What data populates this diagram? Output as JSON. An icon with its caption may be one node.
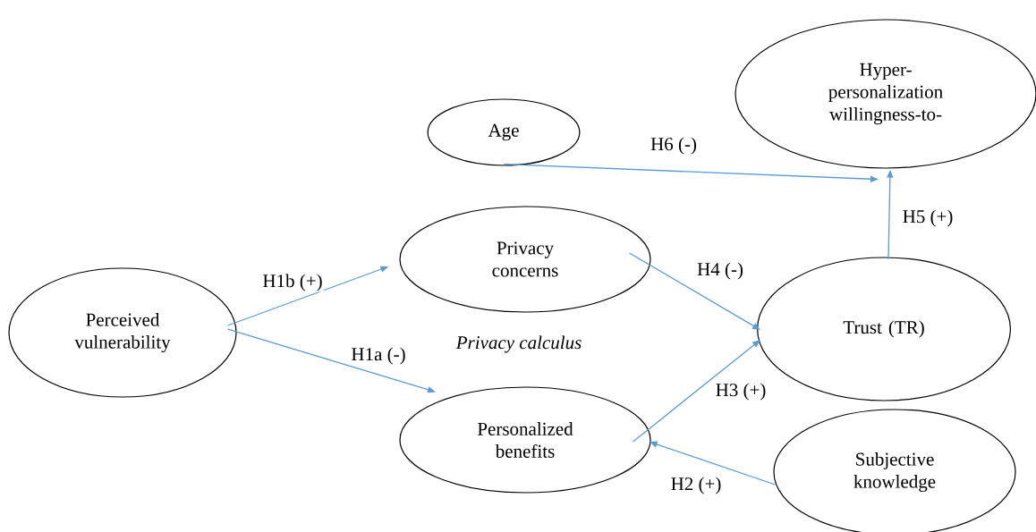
{
  "diagram": {
    "nodes": [
      {
        "text": [
          "Age"
        ]
      },
      {
        "text": [
          "Hyper- personalization willingness-to-"
        ]
      },
      {
        "text": [
          "Privacy concerns"
        ]
      },
      {
        "text": [
          "Perceived vulnerability"
        ]
      },
      {
        "text": [
          "Trust (TR)"
        ]
      },
      {
        "text": [
          "Personalized benefits"
        ]
      },
      {
        "text": [
          "Subjective knowledge"
        ]
      }
    ],
    "edges": [
      {
        "from": 3,
        "to": 2,
        "arrow": "to",
        "label": "H1b (+)"
      },
      {
        "from": 3,
        "to": 5,
        "arrow": "to",
        "label": "H1a (-)"
      },
      {
        "from": 6,
        "to": 5,
        "arrow": "to",
        "label": "H2 (+)"
      },
      {
        "from": 5,
        "to": 4,
        "arrow": "to",
        "label": "H3 (+)"
      },
      {
        "from": 2,
        "to": 4,
        "arrow": "to",
        "label": "H4 (-)"
      },
      {
        "from": 4,
        "to": 1,
        "arrow": "to",
        "label": "H5 (+)"
      },
      {
        "from": 0,
        "to": 1,
        "arrow": "to",
        "label": "H6 (-)"
      }
    ],
    "labels": [
      "Privacy calculus"
    ]
  }
}
